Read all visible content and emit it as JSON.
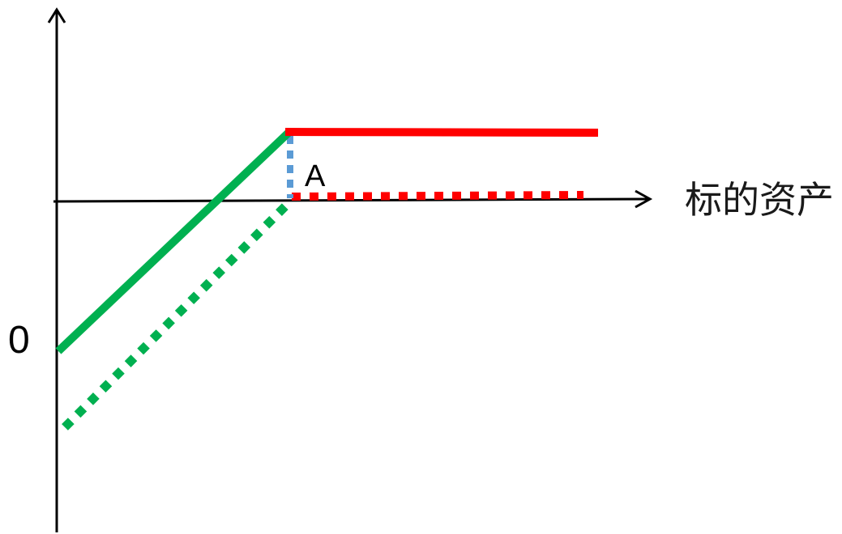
{
  "labels": {
    "x_axis": "标的资产",
    "origin": "0",
    "point": "A"
  },
  "colors": {
    "axis": "#000000",
    "green": "#00b050",
    "red": "#ff0000",
    "blue": "#5b9bd5"
  }
}
